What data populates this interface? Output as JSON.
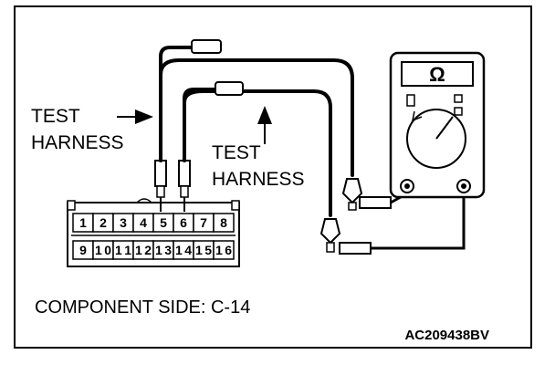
{
  "labels": {
    "harness_left_line1": "TEST",
    "harness_left_line2": "HARNESS",
    "harness_right_line1": "TEST",
    "harness_right_line2": "HARNESS",
    "component_side": "COMPONENT SIDE: C-14",
    "figure_code": "AC209438BV"
  },
  "connector": {
    "top_row": [
      "1",
      "2",
      "3",
      "4",
      "5",
      "6",
      "7",
      "8"
    ],
    "bottom_row": [
      "9",
      "10",
      "11",
      "12",
      "13",
      "14",
      "15",
      "16"
    ]
  },
  "meter": {
    "symbol": "Ω"
  },
  "icons": [
    "ohmmeter-icon",
    "test-probe-icon",
    "harness-plug-icon"
  ]
}
